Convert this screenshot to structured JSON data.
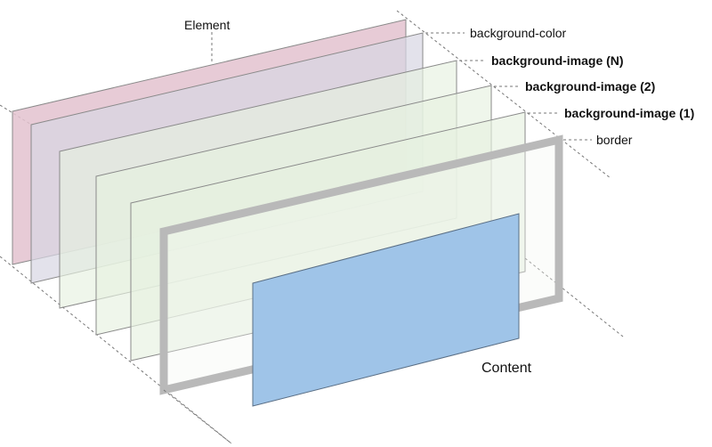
{
  "labels": {
    "element": "Element",
    "background_color": "background-color",
    "background_image_n": "background-image (N)",
    "background_image_2": "background-image (2)",
    "background_image_1": "background-image (1)",
    "border": "border",
    "content": "Content"
  },
  "colors": {
    "element_fill": "#e3c2cf",
    "background_color_fill": "#d7d6e2",
    "background_image_fill": "#e6f1e0",
    "border_stroke": "#b9b9b9",
    "content_fill": "#9fc4e8",
    "content_stroke": "#5a6f86",
    "guide_line": "#777777"
  }
}
